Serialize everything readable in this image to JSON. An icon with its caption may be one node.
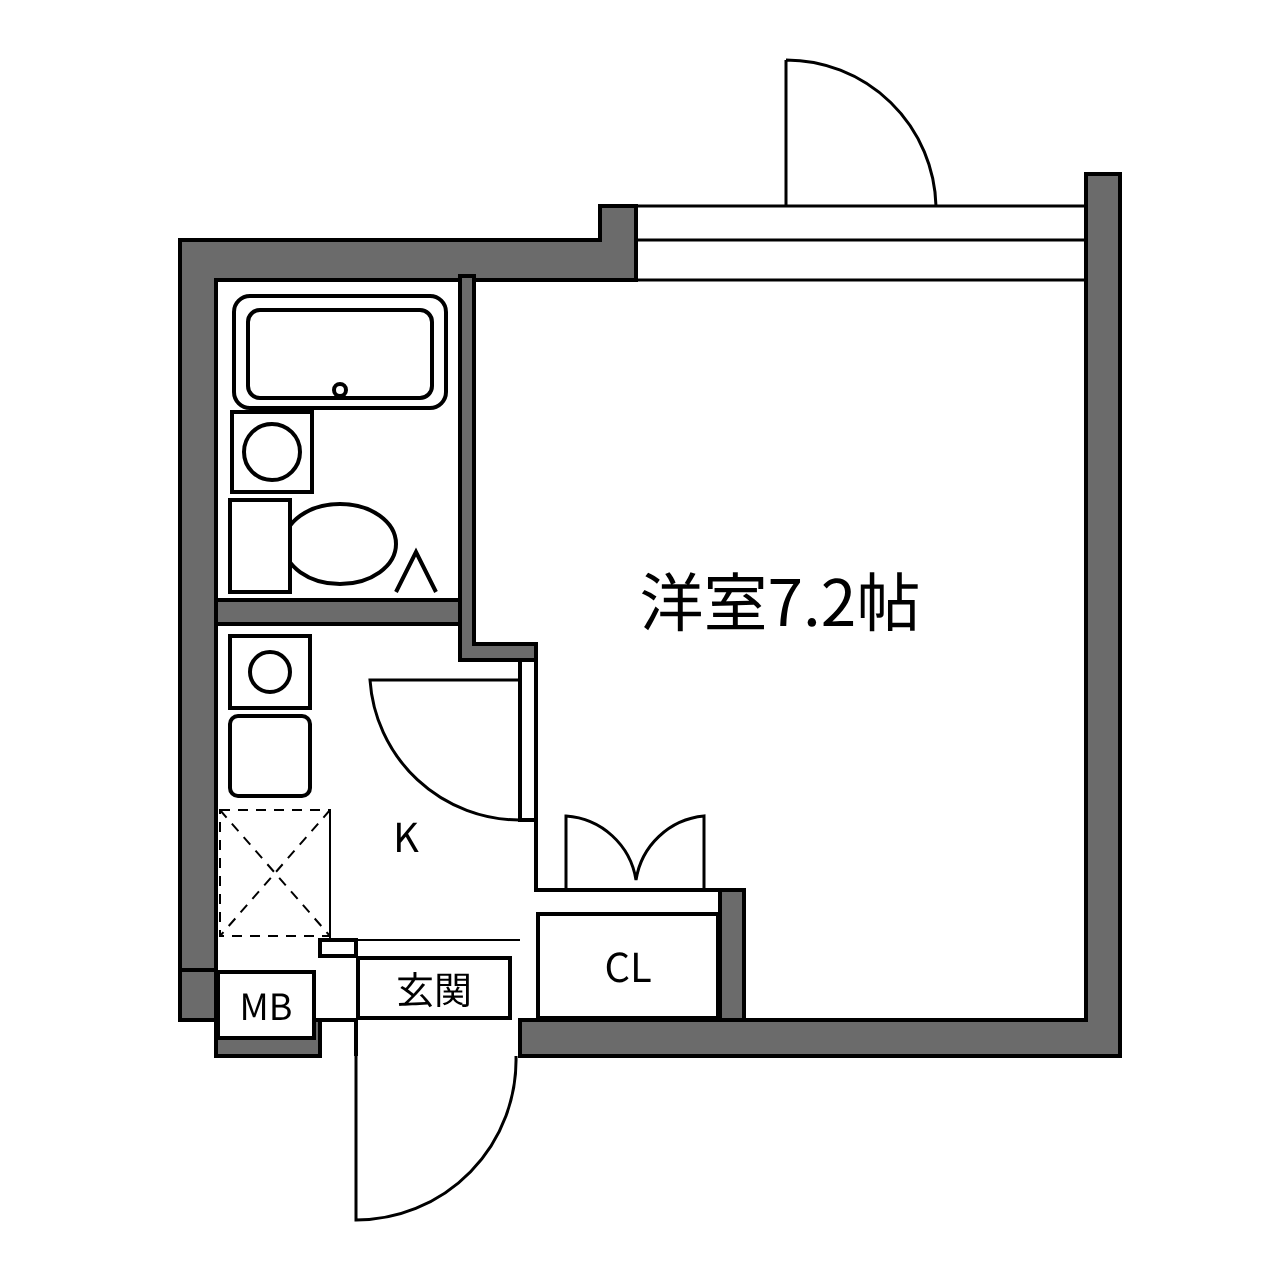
{
  "diagram": {
    "nodes": [
      {
        "text": [
          "洋室7.2帖"
        ]
      },
      {
        "text": [
          "K"
        ]
      },
      {
        "text": [
          "玄関"
        ]
      },
      {
        "text": [
          "CL"
        ]
      },
      {
        "text": [
          "MB"
        ]
      }
    ]
  }
}
